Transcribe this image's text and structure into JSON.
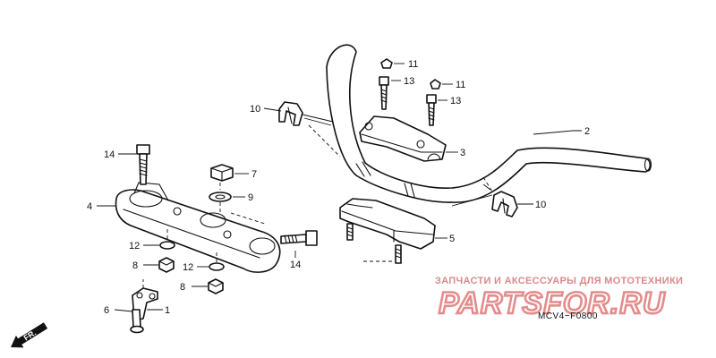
{
  "diagram": {
    "callouts": {
      "c1": "1",
      "c2": "2",
      "c3": "3",
      "c4": "4",
      "c5": "5",
      "c6": "6",
      "c7": "7",
      "c8a": "8",
      "c8b": "8",
      "c9": "9",
      "c10a": "10",
      "c10b": "10",
      "c11a": "11",
      "c11b": "11",
      "c12a": "12",
      "c12b": "12",
      "c13a": "13",
      "c13b": "13",
      "c14a": "14",
      "c14b": "14"
    },
    "direction_label": "FR.",
    "diagram_code": "MCV4−F0800"
  },
  "watermark": {
    "caption": "ЗАПЧАСТИ И АКСЕССУАРЫ ДЛЯ МОТОТЕХНИКИ",
    "logo": "PARTSFOR.RU"
  }
}
